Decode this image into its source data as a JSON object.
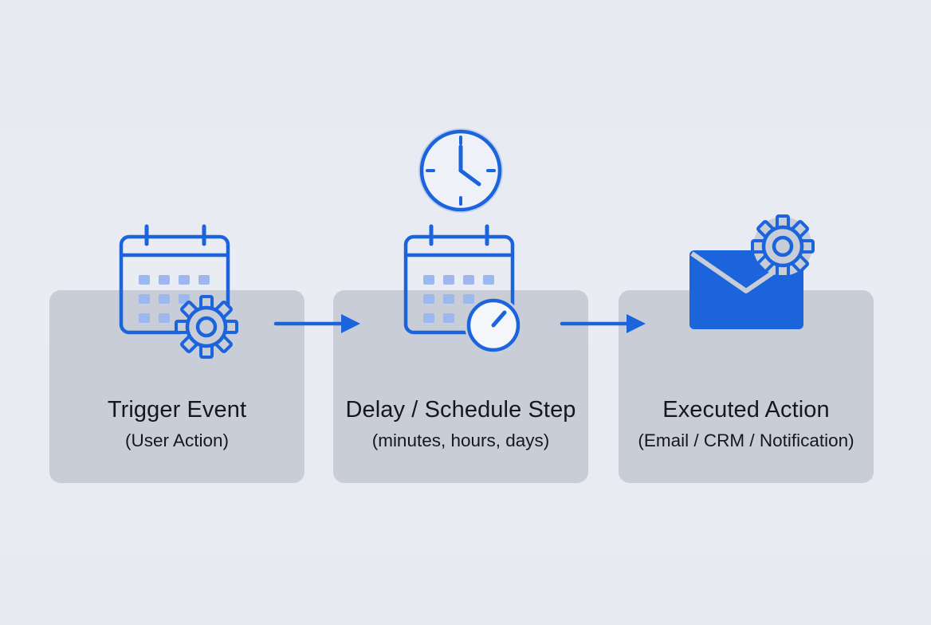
{
  "colors": {
    "accent": "#1b64dc",
    "accent_light": "#9db8ee",
    "card": "#c8cdd8",
    "text": "#15171c"
  },
  "steps": [
    {
      "title": "Trigger Event",
      "subtitle": "(User Action)",
      "icon": "calendar-gear-icon"
    },
    {
      "title": "Delay / Schedule Step",
      "subtitle": "(minutes, hours, days)",
      "icon": "calendar-timer-icon"
    },
    {
      "title": "Executed Action",
      "subtitle": "(Email / CRM / Notification)",
      "icon": "envelope-gear-icon"
    }
  ],
  "extra_icons": [
    "clock-icon",
    "arrow-right-icon"
  ]
}
